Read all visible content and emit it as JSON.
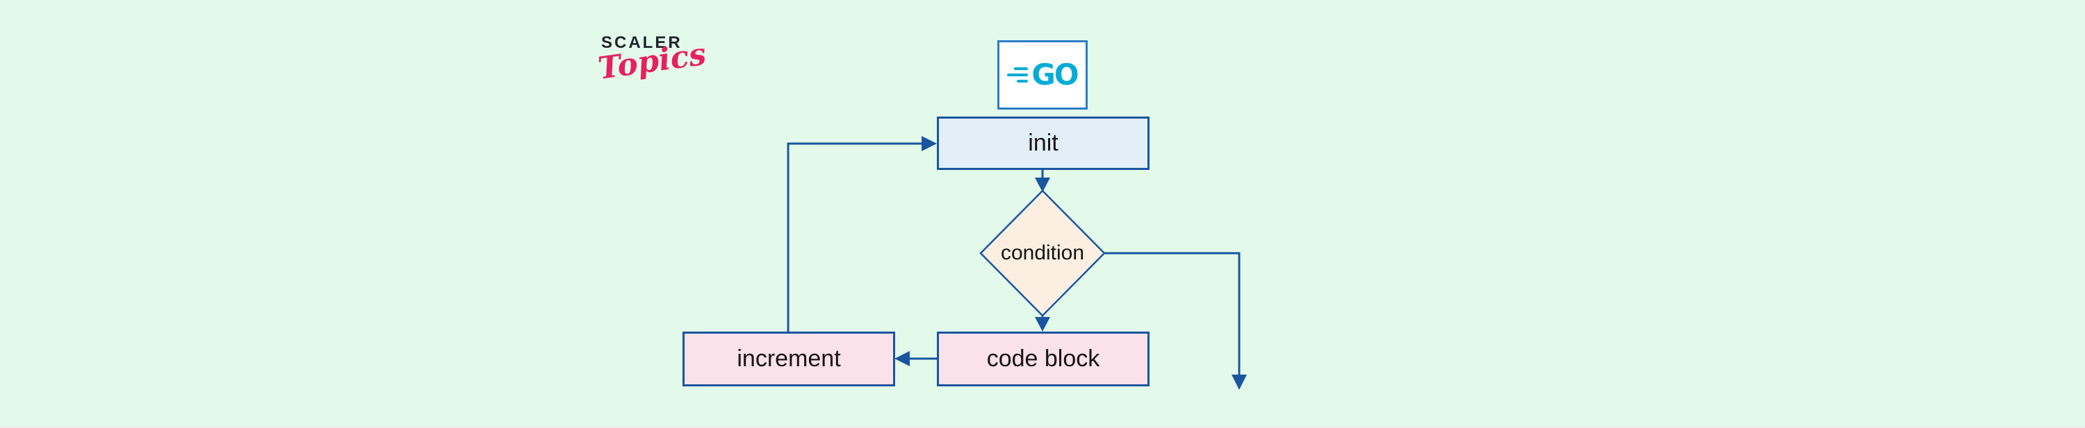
{
  "page": {
    "background_color": "#E3FAEA",
    "bottom_edge_color": "#ECEDEC"
  },
  "branding": {
    "scaler": "SCALER",
    "topics": "Topics",
    "scaler_color": "#1E242A",
    "topics_color": "#E62063"
  },
  "go_logo": {
    "text": "GO",
    "color": "#00ACD7",
    "box_background": "#FFFFFF",
    "box_border_color": "#2B7CC9"
  },
  "flowchart": {
    "stroke_color": "#1A55A0",
    "label_color": "#151515",
    "nodes": [
      {
        "id": "init",
        "label": "init",
        "shape": "rectangle",
        "fill": "#E2EFF9"
      },
      {
        "id": "condition",
        "label": "condition",
        "shape": "diamond",
        "fill": "#FCEFE2"
      },
      {
        "id": "code_block",
        "label": "code block",
        "shape": "rectangle",
        "fill": "#FBE1EA"
      },
      {
        "id": "increment",
        "label": "increment",
        "shape": "rectangle",
        "fill": "#FBE1EA"
      }
    ],
    "edges": [
      {
        "from": "init",
        "to": "condition",
        "direction": "down"
      },
      {
        "from": "condition",
        "to": "code_block",
        "direction": "down"
      },
      {
        "from": "code_block",
        "to": "increment",
        "direction": "left"
      },
      {
        "from": "increment",
        "to": "init",
        "direction": "up-right loop"
      },
      {
        "from": "condition",
        "to": "exit",
        "direction": "right-down"
      }
    ]
  }
}
